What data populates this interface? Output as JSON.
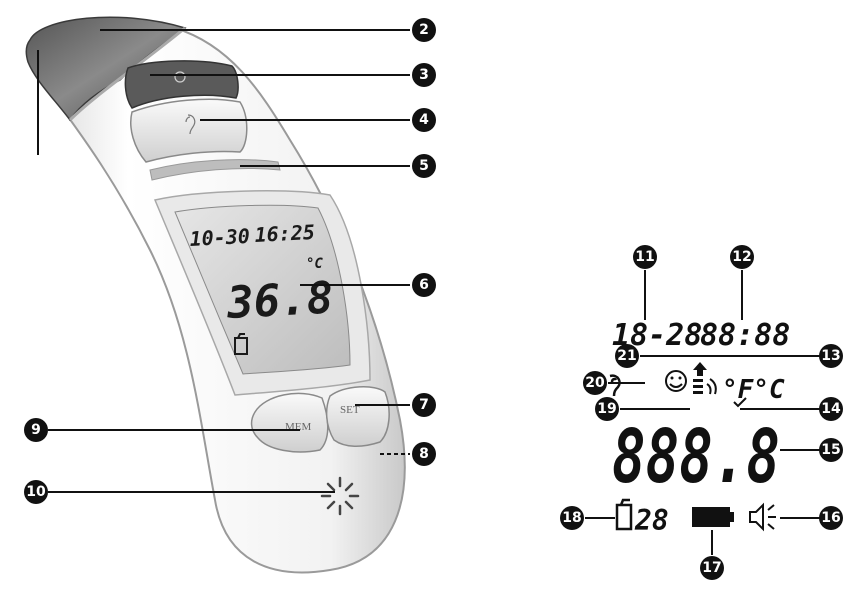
{
  "device_lcd": {
    "date": "10-30",
    "time": "16:25",
    "unit": "°C",
    "temperature": "36.8"
  },
  "buttons": {
    "mem_label": "MEM",
    "set_label": "SET"
  },
  "display_legend": {
    "date_segments": "18-28",
    "time_segments": "88:88",
    "unit_symbols": "°F°C",
    "main_segments": "888.8",
    "memory_segments": "28"
  },
  "callouts": [
    "2",
    "3",
    "4",
    "5",
    "6",
    "7",
    "8",
    "9",
    "10",
    "11",
    "12",
    "13",
    "14",
    "15",
    "16",
    "17",
    "18",
    "19",
    "20",
    "21"
  ]
}
